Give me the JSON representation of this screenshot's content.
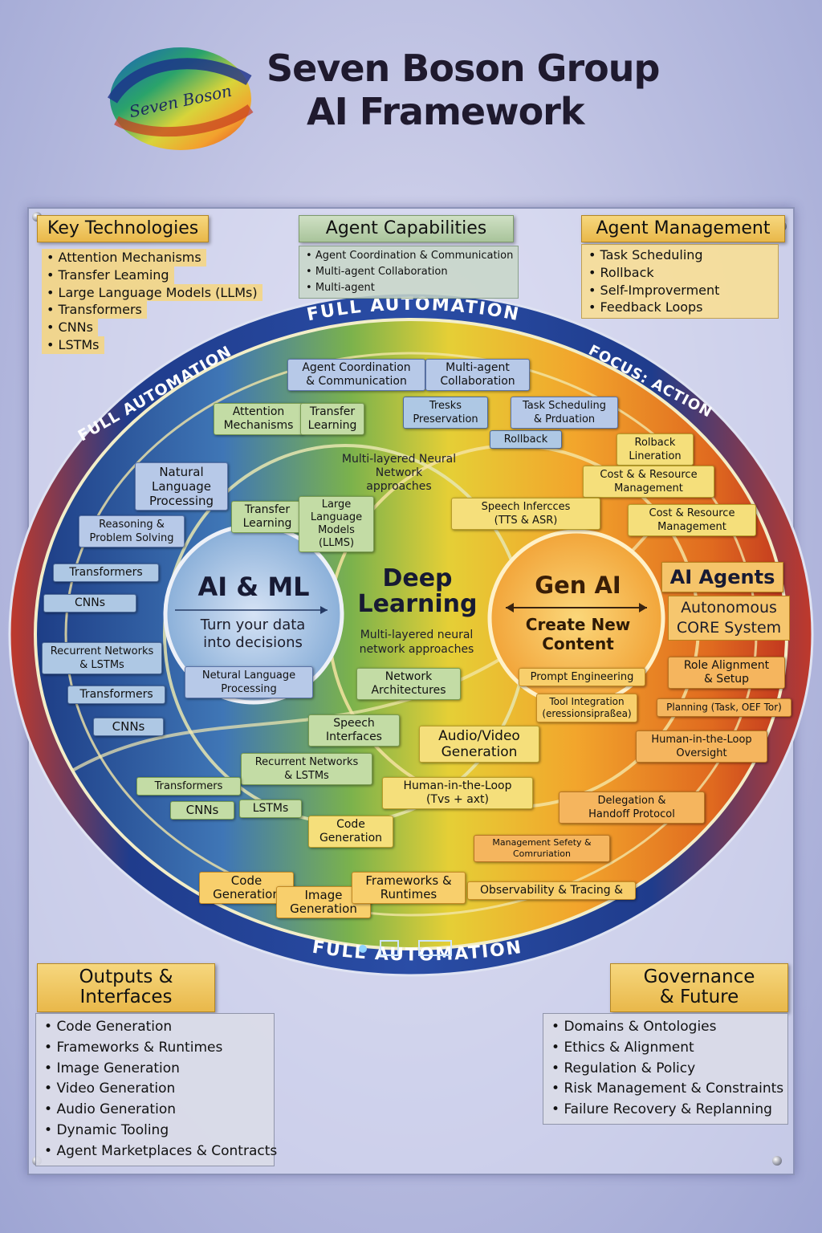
{
  "header": {
    "logo_text": "Seven Boson",
    "title_line1": "Seven Boson Group",
    "title_line2": "AI Framework"
  },
  "panels": {
    "key_technologies": {
      "title": "Key Technologies",
      "items": [
        "Attention Mechanisms",
        "Transfer Leaming",
        "Large Language Models (LLMs)",
        "Transformers",
        "CNNs",
        "LSTMs"
      ]
    },
    "agent_capabilities": {
      "title": "Agent Capabilities",
      "items": [
        "Agent Coordination & Communication",
        "Multi-agent Collaboration",
        "Multi-agent"
      ]
    },
    "agent_management": {
      "title": "Agent Management",
      "items": [
        "Task Scheduling",
        "Rollback",
        "Self-Improverment",
        "Feedback Loops"
      ]
    },
    "outputs_interfaces": {
      "title_line1": "Outputs &",
      "title_line2": "Interfaces",
      "items": [
        "Code Generation",
        "Frameworks & Runtimes",
        "Image Generation",
        "Video Generation",
        "Audio Generation",
        "Dynamic Tooling",
        "Agent Marketplaces & Contracts"
      ]
    },
    "governance_future": {
      "title_line1": "Governance",
      "title_line2": "& Future",
      "items": [
        "Domains & Ontologies",
        "Ethics & Alignment",
        "Regulation & Policy",
        "Risk Management & Constraints",
        "Failure Recovery & Replanning"
      ]
    }
  },
  "ring": {
    "top_label": "FULL AUTOMATION",
    "left_label": "FULL AUTOMATION",
    "right_label": "FOCUS: ACTION",
    "bottom_label": "FULL AUTOMATION"
  },
  "core": {
    "aiml": {
      "title": "AI & ML",
      "subtitle": "Turn your data\ninto decisions"
    },
    "deep_learning": {
      "title_line1": "Deep",
      "title_line2": "Learning",
      "subtitle": "Multi-layered neural\nnetwork approaches"
    },
    "gen_ai": {
      "title": "Gen AI",
      "subtitle": "Create New\nContent"
    },
    "ai_agents": {
      "title": "AI Agents",
      "subtitle": "Autonomous\nCORE System"
    }
  },
  "boxes": {
    "agent_coord": "Agent Coordination\n& Communication",
    "multi_agent": "Multi-agent\nCollaboration",
    "attention": "Attention\nMechanisms",
    "transfer_top": "Transfer\nLearning",
    "tresks": "Tresks\nPreservation",
    "task_sched": "Task Scheduling\n& Prduation",
    "rollback_top": "Rollback",
    "rolback_lin": "Rolback\nLineration",
    "cost1": "Cost & & Resource\nManagement",
    "cost2": "Cost & Resource\nManagement",
    "nlp_left": "Natural\nLanguage\nProcessing",
    "reasoning": "Reasoning &\nProblem Solving",
    "transformers1": "Transformers",
    "cnns1": "CNNs",
    "recurrent1": "Recurrent Networks\n& LSTMs",
    "transformers2": "Transformers",
    "cnns2": "CNNs",
    "transfer_inner": "Transfer\nLearning",
    "llms": "Large\nLanguage\nModels\n(LLMS)",
    "multi_layer": "Multi-layered Neural\nNetwork\napproaches",
    "speech_inf": "Speech Infercces\n(TTS & ASR)",
    "nlp_inner": "Netural Language\nProcessing",
    "network_arch": "Network\nArchitectures",
    "speech_int": "Speech\nInterfaces",
    "recurrent2": "Recurrent Networks\n& LSTMs",
    "transformers3": "Transformers",
    "cnns3": "CNNs",
    "lstms": "LSTMs",
    "code_gen1": "Code\nGeneration",
    "prompt_eng": "Prompt Engineering",
    "tool_int": "Tool Integration\n(eressionsipraßea)",
    "audio_video": "Audio/Video\nGeneration",
    "hitl_center": "Human-in-the-Loop\n(Tvs + axt)",
    "role_align": "Role Alignment\n& Setup",
    "planning": "Planning (Task, OEF Tor)",
    "hitl_right": "Human-in-the-Loop\nOversight",
    "delegation": "Delegation &\nHandoff Protocol",
    "mgmt_safety": "Management Sefety &\nComruriation",
    "code_gen2": "Code\nGeneration",
    "image_gen": "Image\nGeneration",
    "frameworks": "Frameworks &\nRuntimes",
    "observability": "Observability & Tracing &"
  },
  "colors": {
    "outer_blue": "#1f3c8c",
    "outer_orange": "#e07a25",
    "panel_yellow": "#f2c95c",
    "panel_green": "#b8cfa8"
  }
}
